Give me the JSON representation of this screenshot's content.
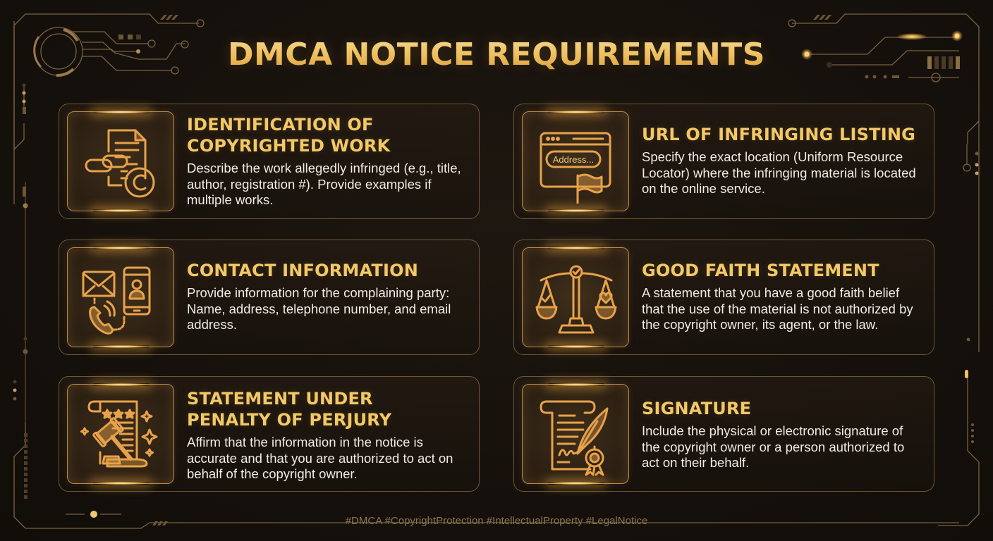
{
  "header": {
    "title": "DMCA NOTICE REQUIREMENTS"
  },
  "colors": {
    "background": "#16110c",
    "accent_gold": "#f3c866",
    "icon_orange": "#e7a24a",
    "border": "#6e5634",
    "body_text": "#f1ece4",
    "hashtag_text": "#8a7452"
  },
  "cards": [
    {
      "icon": "copyright-document-icon",
      "title_lines": [
        "IDENTIFICATION OF",
        "COPYRIGHTED WORK"
      ],
      "description": "Describe the work allegedly infringed (e.g., title, author, registration #). Provide examples if multiple works."
    },
    {
      "icon": "browser-url-flag-icon",
      "icon_text": "Address...",
      "title_lines": [
        "URL OF INFRINGING LISTING"
      ],
      "description": "Specify the exact location (Uniform Resource Locator) where the infringing material is located on the online service."
    },
    {
      "icon": "contact-envelope-phone-icon",
      "title_lines": [
        "CONTACT INFORMATION"
      ],
      "description": "Provide information for the complaining party: Name, address, telephone number, and email address."
    },
    {
      "icon": "scales-of-justice-icon",
      "title_lines": [
        "GOOD FAITH STATEMENT"
      ],
      "description": "A statement that you have a good faith belief that the use of the material is not authorized by the copyright owner, its agent, or the law."
    },
    {
      "icon": "gavel-scroll-icon",
      "title_lines": [
        "STATEMENT UNDER",
        "PENALTY OF PERJURY"
      ],
      "description": "Affirm that the information in the notice is accurate and that you are authorized to act on behalf of the copyright owner."
    },
    {
      "icon": "signature-quill-icon",
      "title_lines": [
        "SIGNATURE"
      ],
      "description": "Include the physical or electronic signature of the copyright owner or a person authorized to act on their behalf."
    }
  ],
  "footer": {
    "hashtags": "#DMCA #CopyrightProtection #IntellectualProperty #LegalNotice"
  }
}
